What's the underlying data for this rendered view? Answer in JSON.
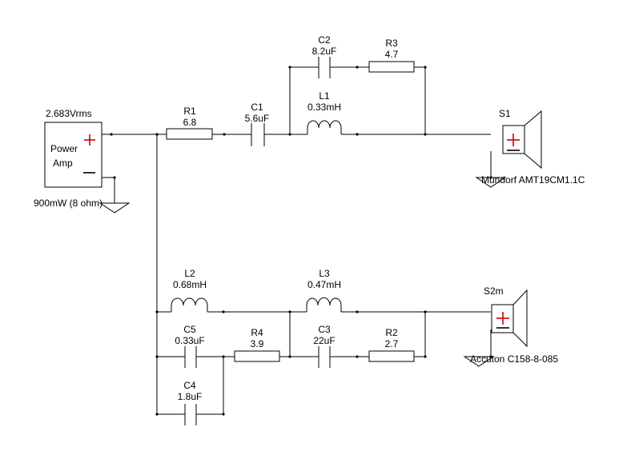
{
  "amp": {
    "voltage": "2.683Vrms",
    "label_line1": "Power",
    "label_line2": "Amp",
    "power": "900mW (8 ohm)"
  },
  "components": {
    "r1": {
      "name": "R1",
      "value": "6.8"
    },
    "c1": {
      "name": "C1",
      "value": "5.6uF"
    },
    "l1": {
      "name": "L1",
      "value": "0.33mH"
    },
    "c2": {
      "name": "C2",
      "value": "8.2uF"
    },
    "r3": {
      "name": "R3",
      "value": "4.7"
    },
    "l2": {
      "name": "L2",
      "value": "0.68mH"
    },
    "l3": {
      "name": "L3",
      "value": "0.47mH"
    },
    "c5": {
      "name": "C5",
      "value": "0.33uF"
    },
    "r4": {
      "name": "R4",
      "value": "3.9"
    },
    "c3": {
      "name": "C3",
      "value": "22uF"
    },
    "r2": {
      "name": "R2",
      "value": "2.7"
    },
    "c4": {
      "name": "C4",
      "value": "1.8uF"
    }
  },
  "speakers": {
    "s1": {
      "name": "S1",
      "model": "Mundorf AMT19CM1.1C"
    },
    "s2": {
      "name": "S2m",
      "model": "Accuton C158-8-085"
    }
  },
  "colors": {
    "wire": "#000000",
    "polarity": "#cc0000"
  }
}
